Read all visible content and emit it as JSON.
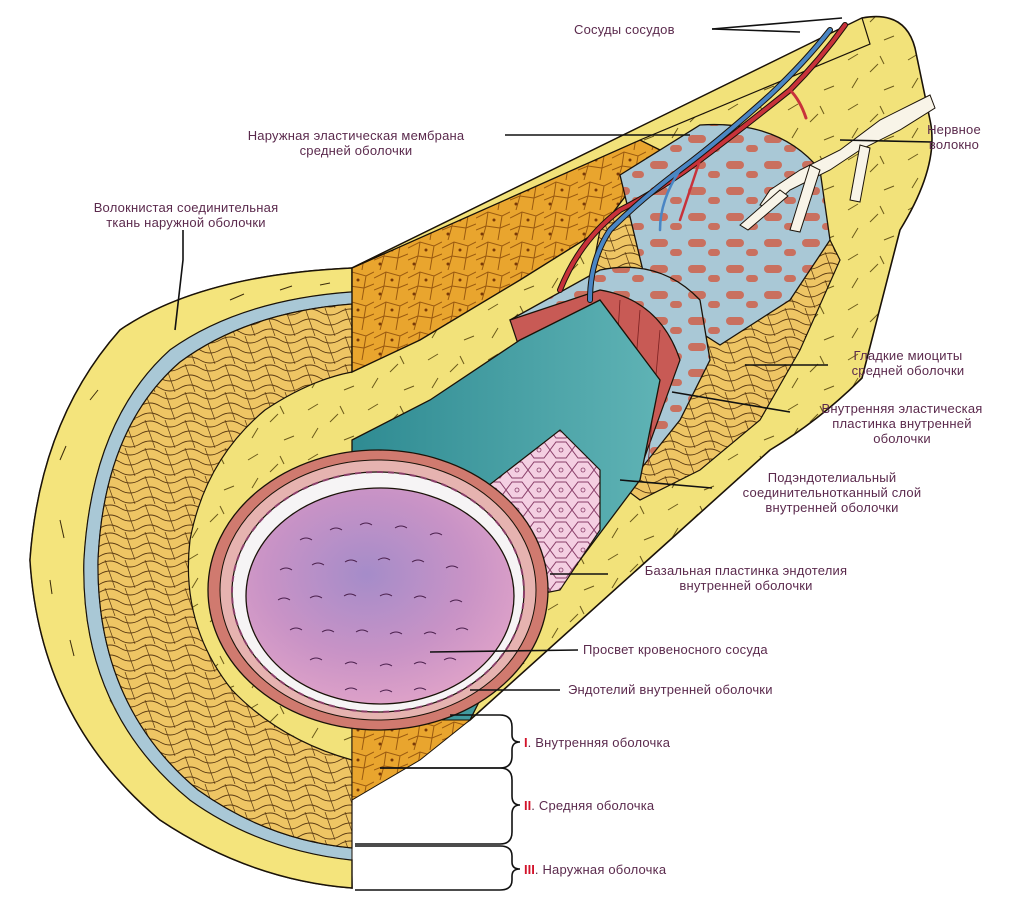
{
  "labels": {
    "vasa_vasorum": "Сосуды сосудов",
    "ext_elastic_1": "Наружная эластическая мембрана",
    "ext_elastic_2": "средней оболочки",
    "nerve_1": "Нервное",
    "nerve_2": "волокно",
    "fibrous_1": "Волокнистая соединительная",
    "fibrous_2": "ткань наружной оболочки",
    "smooth_1": "Гладкие миоциты",
    "smooth_2": "средней оболочки",
    "int_elastic_1": "Внутренняя эластическая",
    "int_elastic_2": "пластинка внутренней",
    "int_elastic_3": "оболочки",
    "subendo_1": "Подэндотелиальный",
    "subendo_2": "соединительнотканный слой",
    "subendo_3": "внутренней оболочки",
    "basal_1": "Базальная пластинка эндотелия",
    "basal_2": "внутренней оболочки",
    "lumen": "Просвет кровеносного сосуда",
    "endothelium": "Эндотелий внутренней оболочки"
  },
  "layers": [
    {
      "numeral": "I",
      "text": ". Внутренняя оболочка"
    },
    {
      "numeral": "II",
      "text": ". Средняя оболочка"
    },
    {
      "numeral": "III",
      "text": ". Наружная оболочка"
    }
  ],
  "colors": {
    "adventitia": "#f2e27a",
    "media": "#e9b94a",
    "media_cells": "#e8a227",
    "elastic_membrane": "#a9c8d6",
    "intima_wall": "#cde3e6",
    "subendothelial": "#c85a55",
    "basal_lamina": "#3f9aa1",
    "endothelium_cells": "#f2c6dc",
    "lumen": "#b88ac8",
    "numeral": "#d2132b",
    "label_text": "#5b2a4d"
  }
}
